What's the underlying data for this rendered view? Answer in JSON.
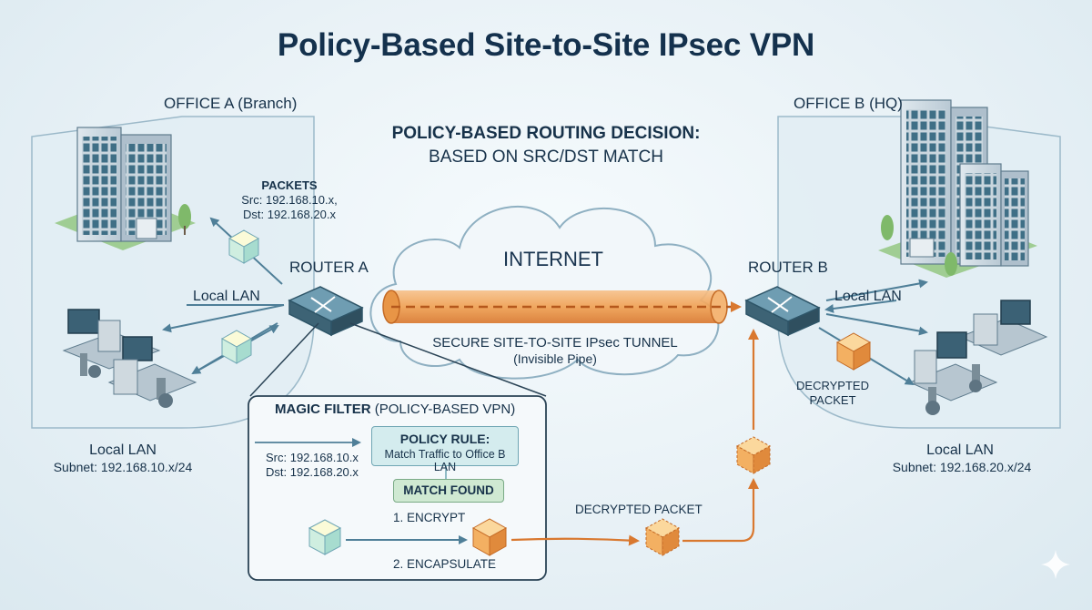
{
  "title": "Policy-Based Site-to-Site IPsec VPN",
  "office_a": {
    "label": "OFFICE A (Branch)",
    "lan_label": "Local LAN",
    "subnet": "Subnet: 192.168.10.x/24",
    "local_lan_arrow": "Local LAN"
  },
  "office_b": {
    "label": "OFFICE B (HQ)",
    "lan_label": "Local LAN",
    "subnet": "Subnet: 192.168.20.x/24",
    "local_lan_arrow": "Local LAN"
  },
  "routing": {
    "line1": "POLICY-BASED ROUTING DECISION:",
    "line2": "BASED ON SRC/DST MATCH"
  },
  "packets": {
    "title": "PACKETS",
    "src": "Src: 192.168.10.x,",
    "dst": "Dst: 192.168.20.x"
  },
  "router_a": "ROUTER A",
  "router_b": "ROUTER B",
  "internet": "INTERNET",
  "tunnel": {
    "line1": "SECURE SITE-TO-SITE IPsec TUNNEL",
    "line2": "(Invisible Pipe)"
  },
  "decrypted_b": {
    "line1": "DECRYPTED",
    "line2": "PACKET"
  },
  "filter": {
    "title_bold": "MAGIC FILTER",
    "title_rest": " (POLICY-BASED VPN)",
    "src": "Src: 192.168.10.x",
    "dst": "Dst: 192.168.20.x",
    "rule_title": "POLICY RULE:",
    "rule_text": "Match Traffic to Office B LAN",
    "match": "MATCH FOUND",
    "step1": "1. ENCRYPT",
    "step2": "2. ENCAPSULATE"
  },
  "decrypted_packet": "DECRYPTED PACKET",
  "colors": {
    "tunnel": "#f0a052",
    "accent_orange": "#d9782f",
    "teal": "#5b93a8",
    "navy": "#17324a"
  }
}
